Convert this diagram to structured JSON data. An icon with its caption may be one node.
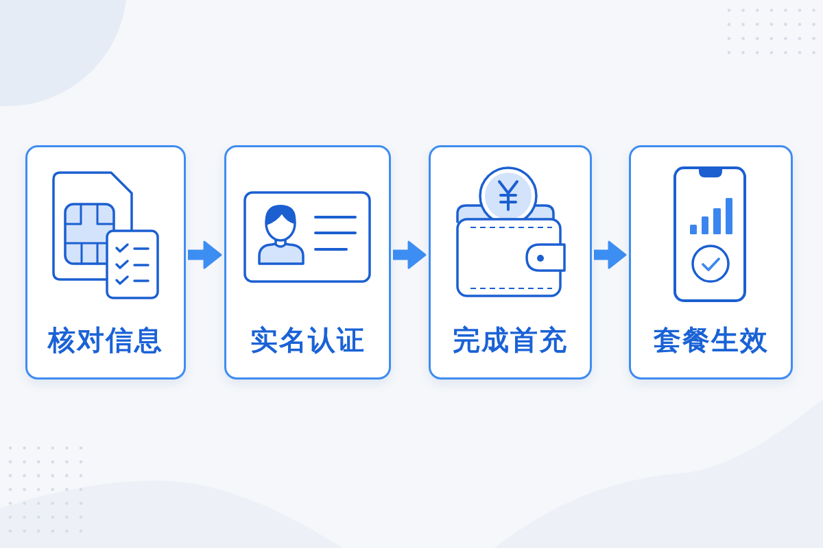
{
  "diagram": {
    "nodes": [
      {
        "text": [
          "核对信息"
        ]
      },
      {
        "text": [
          "实名认证"
        ]
      },
      {
        "text": [
          "完成首充"
        ]
      },
      {
        "text": [
          "套餐生效"
        ]
      }
    ],
    "edges": [
      {
        "from": 0,
        "to": 1,
        "arrow": "to"
      },
      {
        "from": 1,
        "to": 2,
        "arrow": "to"
      },
      {
        "from": 2,
        "to": 3,
        "arrow": "to"
      }
    ]
  }
}
